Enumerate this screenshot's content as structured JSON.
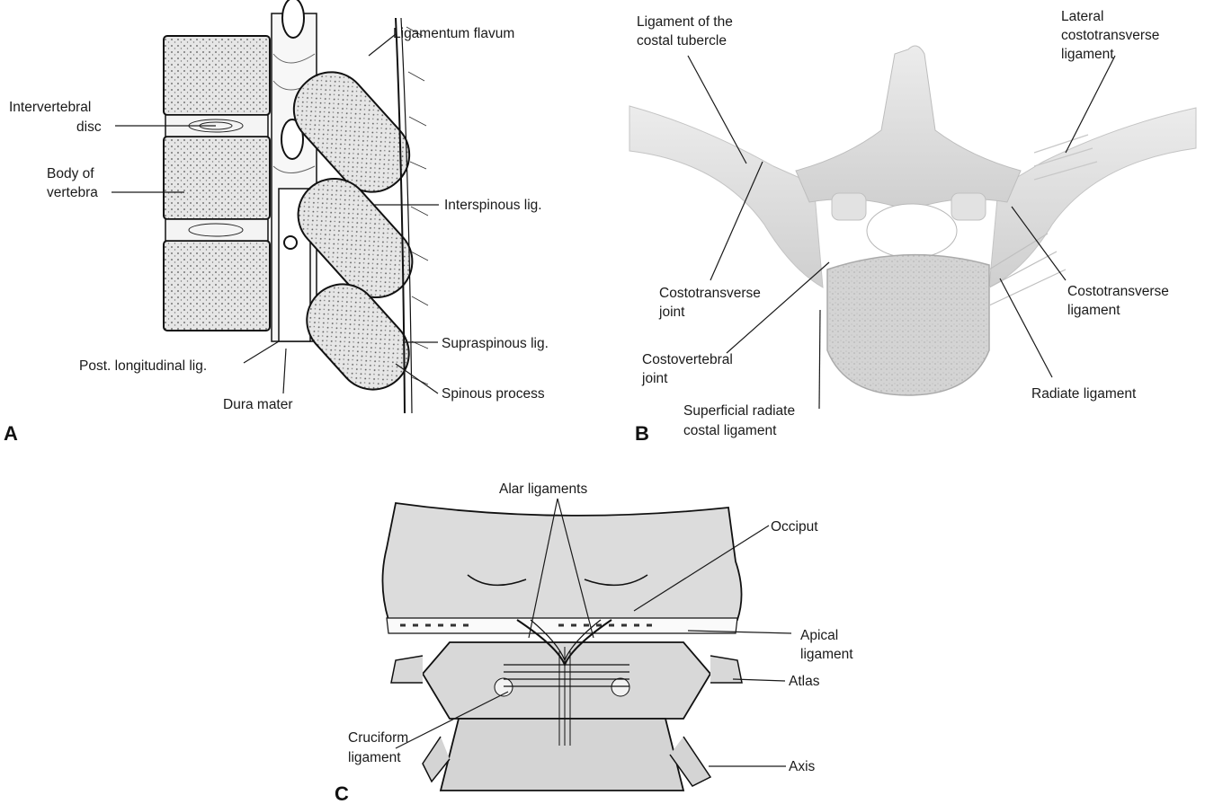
{
  "panels": {
    "a": {
      "letter": "A",
      "labels": {
        "ligamentum_flavum": "Ligamentum flavum",
        "intervertebral_disc_1": "Intervertebral",
        "intervertebral_disc_2": "disc",
        "body_of_vertebra_1": "Body of",
        "body_of_vertebra_2": "vertebra",
        "interspinous": "Interspinous lig.",
        "supraspinous": "Supraspinous lig.",
        "post_longitudinal": "Post. longitudinal lig.",
        "dura_mater": "Dura mater",
        "spinous_process": "Spinous process"
      }
    },
    "b": {
      "letter": "B",
      "labels": {
        "costal_tubercle_1": "Ligament of the",
        "costal_tubercle_2": "costal tubercle",
        "lateral_ct_1": "Lateral",
        "lateral_ct_2": "costotransverse",
        "lateral_ct_3": "ligament",
        "ct_joint_1": "Costotransverse",
        "ct_joint_2": "joint",
        "cv_joint_1": "Costovertebral",
        "cv_joint_2": "joint",
        "superficial_1": "Superficial radiate",
        "superficial_2": "costal ligament",
        "ct_lig_1": "Costotransverse",
        "ct_lig_2": "ligament",
        "radiate": "Radiate ligament"
      }
    },
    "c": {
      "letter": "C",
      "labels": {
        "alar": "Alar ligaments",
        "occiput": "Occiput",
        "apical_1": "Apical",
        "apical_2": "ligament",
        "atlas": "Atlas",
        "cruciform_1": "Cruciform",
        "cruciform_2": "ligament",
        "axis": "Axis"
      }
    }
  }
}
